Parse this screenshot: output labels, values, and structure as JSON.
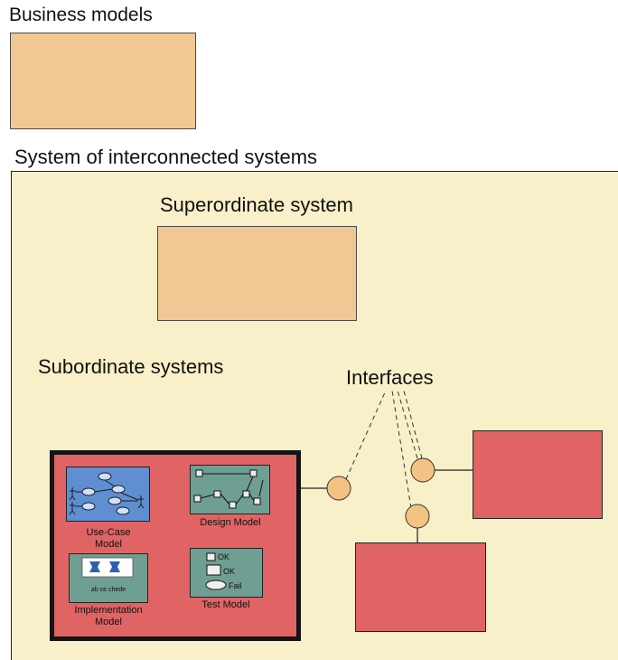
{
  "business": {
    "title": "Business models"
  },
  "system": {
    "title": "System of interconnected systems",
    "superordinate": "Superordinate system",
    "subordinate": "Subordinate systems",
    "interfaces": "Interfaces"
  },
  "models": {
    "use_case": [
      "Use-Case",
      "Model"
    ],
    "design": "Design Model",
    "implementation": [
      "Implementation",
      "Model"
    ],
    "implementation_caption": "ab ce chede",
    "test": "Test Model",
    "test_items": [
      "OK",
      "OK",
      "Fail"
    ]
  },
  "colors": {
    "business_fill": "#f1c794",
    "panel_fill": "#f7f0c9",
    "subsystem_fill": "#e06464",
    "interface_fill": "#f4c383",
    "usecase_fill": "#5f8fd0",
    "model_fill": "#6f9e92"
  }
}
